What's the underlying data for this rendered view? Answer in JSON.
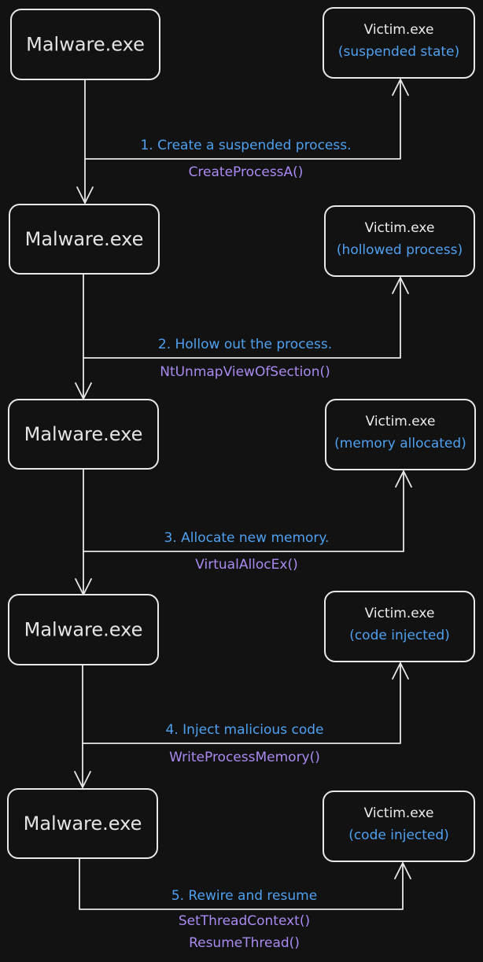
{
  "colors": {
    "background": "#121212",
    "stroke": "#e8e8e8",
    "step_text": "#4fa0ef",
    "api_text": "#a98af0",
    "state_text": "#4fa0ef"
  },
  "steps": [
    {
      "malware_label": "Malware.exe",
      "victim_name": "Victim.exe",
      "victim_state": "(suspended state)",
      "step_label": "1. Create a suspended process.",
      "api_calls": [
        "CreateProcessA()"
      ]
    },
    {
      "malware_label": "Malware.exe",
      "victim_name": "Victim.exe",
      "victim_state": "(hollowed process)",
      "step_label": "2. Hollow out the process.",
      "api_calls": [
        "NtUnmapViewOfSection()"
      ]
    },
    {
      "malware_label": "Malware.exe",
      "victim_name": "Victim.exe",
      "victim_state": "(memory allocated)",
      "step_label": "3. Allocate new memory.",
      "api_calls": [
        "VirtualAllocEx()"
      ]
    },
    {
      "malware_label": "Malware.exe",
      "victim_name": "Victim.exe",
      "victim_state": "(code injected)",
      "step_label": "4. Inject malicious code",
      "api_calls": [
        "WriteProcessMemory()"
      ]
    },
    {
      "malware_label": "Malware.exe",
      "victim_name": "Victim.exe",
      "victim_state": "(code injected)",
      "step_label": "5. Rewire and resume",
      "api_calls": [
        "SetThreadContext()",
        "ResumeThread()"
      ]
    }
  ]
}
